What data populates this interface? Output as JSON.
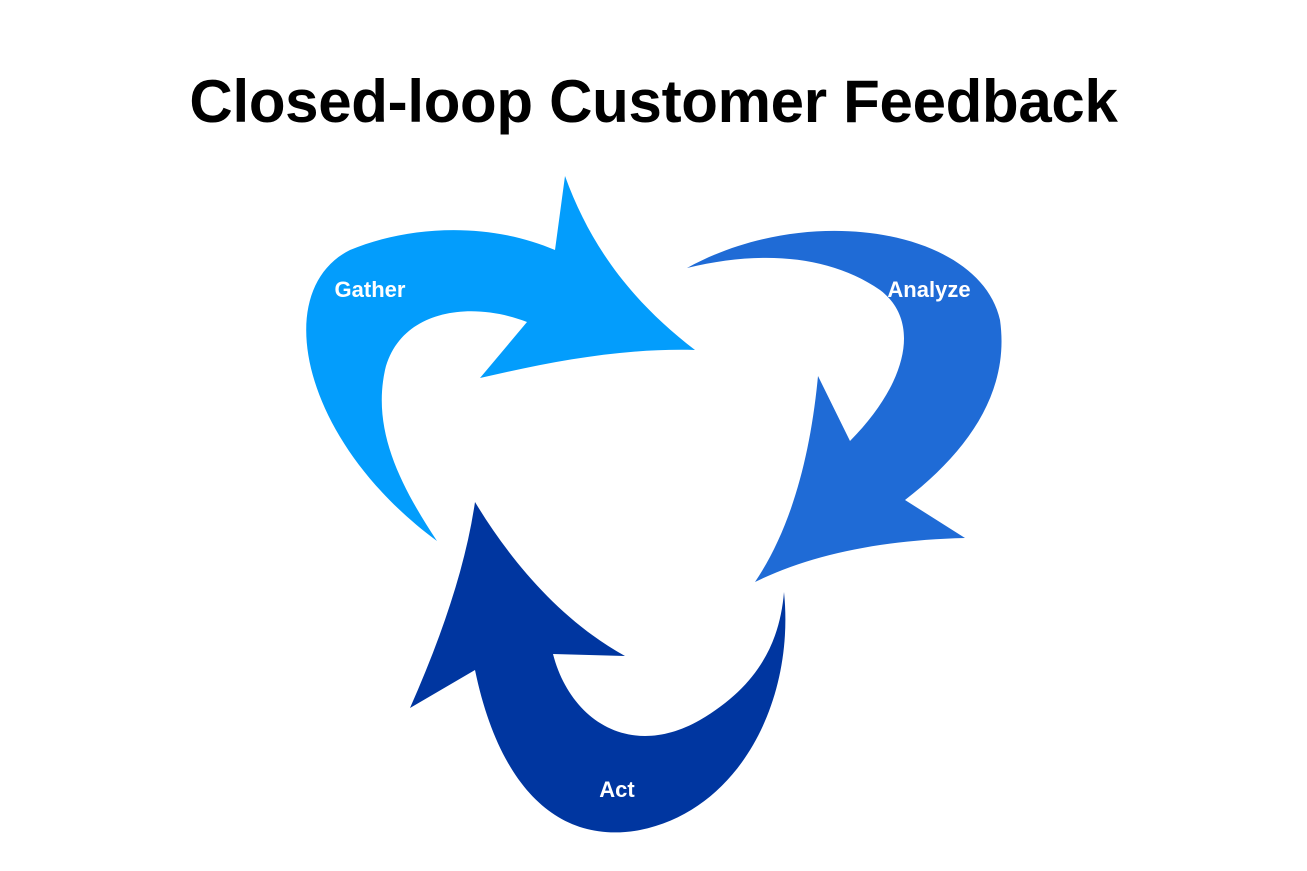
{
  "title": "Closed-loop Customer Feedback",
  "stages": [
    {
      "label": "Gather",
      "color": "#039dfc"
    },
    {
      "label": "Analyze",
      "color": "#1f6bd6"
    },
    {
      "label": "Act",
      "color": "#0036a0"
    }
  ]
}
